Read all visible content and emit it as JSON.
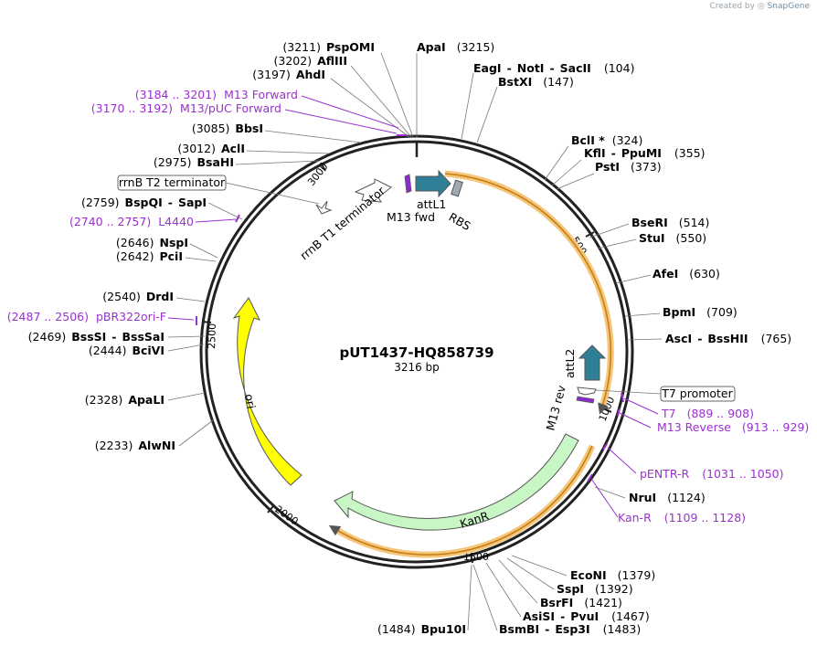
{
  "credit": {
    "prefix": "Created by",
    "brand": "SnapGene"
  },
  "plasmid": {
    "name": "pUT1437-HQ858739",
    "length_label": "3216 bp"
  },
  "ticks": [
    "500",
    "1000",
    "1500",
    "2000",
    "2500",
    "3000"
  ],
  "enzymes": [
    {
      "id": "pspomi",
      "pos": "(3211)",
      "names": [
        "PspOMI"
      ]
    },
    {
      "id": "apai",
      "pos": "(3215)",
      "names": [
        "ApaI"
      ]
    },
    {
      "id": "aflii",
      "pos": "(3202)",
      "names": [
        "AflIII"
      ]
    },
    {
      "id": "ahdi",
      "pos": "(3197)",
      "names": [
        "AhdI"
      ]
    },
    {
      "id": "eagi",
      "pos": "(104)",
      "names": [
        "EagI",
        "NotI",
        "SacII"
      ]
    },
    {
      "id": "bstxi",
      "pos": "(147)",
      "names": [
        "BstXI"
      ]
    },
    {
      "id": "bbsi",
      "pos": "(3085)",
      "names": [
        "BbsI"
      ]
    },
    {
      "id": "acli",
      "pos": "(3012)",
      "names": [
        "AclI"
      ]
    },
    {
      "id": "bsahi",
      "pos": "(2975)",
      "names": [
        "BsaHI"
      ]
    },
    {
      "id": "bcli",
      "pos": "(324)",
      "names": [
        "BclI *"
      ]
    },
    {
      "id": "kfli",
      "pos": "(355)",
      "names": [
        "KflI",
        "PpuMI"
      ]
    },
    {
      "id": "psti",
      "pos": "(373)",
      "names": [
        "PstI"
      ]
    },
    {
      "id": "bspqi",
      "pos": "(2759)",
      "names": [
        "BspQI",
        "SapI"
      ]
    },
    {
      "id": "beri",
      "pos": "(514)",
      "names": [
        "BseRI"
      ]
    },
    {
      "id": "stui",
      "pos": "(550)",
      "names": [
        "StuI"
      ]
    },
    {
      "id": "nspi",
      "pos": "(2646)",
      "names": [
        "NspI"
      ]
    },
    {
      "id": "pcii",
      "pos": "(2642)",
      "names": [
        "PciI"
      ]
    },
    {
      "id": "afei",
      "pos": "(630)",
      "names": [
        "AfeI"
      ]
    },
    {
      "id": "drdi",
      "pos": "(2540)",
      "names": [
        "DrdI"
      ]
    },
    {
      "id": "bpmi",
      "pos": "(709)",
      "names": [
        "BpmI"
      ]
    },
    {
      "id": "bsssi",
      "pos": "(2469)",
      "names": [
        "BssSI",
        "BssSaI"
      ]
    },
    {
      "id": "bcivi",
      "pos": "(2444)",
      "names": [
        "BciVI"
      ]
    },
    {
      "id": "asci",
      "pos": "(765)",
      "names": [
        "AscI",
        "BssHII"
      ]
    },
    {
      "id": "apali",
      "pos": "(2328)",
      "names": [
        "ApaLI"
      ]
    },
    {
      "id": "alwni",
      "pos": "(2233)",
      "names": [
        "AlwNI"
      ]
    },
    {
      "id": "nrui",
      "pos": "(1124)",
      "names": [
        "NruI"
      ]
    },
    {
      "id": "econi",
      "pos": "(1379)",
      "names": [
        "EcoNI"
      ]
    },
    {
      "id": "sspi",
      "pos": "(1392)",
      "names": [
        "SspI"
      ]
    },
    {
      "id": "bsrfi",
      "pos": "(1421)",
      "names": [
        "BsrFI"
      ]
    },
    {
      "id": "asisi",
      "pos": "(1467)",
      "names": [
        "AsiSI",
        "PvuI"
      ]
    },
    {
      "id": "bpu10i",
      "pos": "(1484)",
      "names": [
        "Bpu10I"
      ]
    },
    {
      "id": "bsmbi",
      "pos": "(1483)",
      "names": [
        "BsmBI",
        "Esp3I"
      ]
    }
  ],
  "primers": [
    {
      "id": "m13fwd",
      "range": "(3184 .. 3201)",
      "name": "M13 Forward"
    },
    {
      "id": "m13puc",
      "range": "(3170 .. 3192)",
      "name": "M13/pUC Forward"
    },
    {
      "id": "l4440",
      "range": "(2740 .. 2757)",
      "name": "L4440"
    },
    {
      "id": "pbr322",
      "range": "(2487 .. 2506)",
      "name": "pBR322ori-F"
    },
    {
      "id": "t7",
      "range": "(889 .. 908)",
      "name": "T7"
    },
    {
      "id": "m13rev",
      "range": "(913 .. 929)",
      "name": "M13 Reverse"
    },
    {
      "id": "pentr",
      "range": "(1031 .. 1050)",
      "name": "pENTR-R"
    },
    {
      "id": "kanr",
      "range": "(1109 .. 1128)",
      "name": "Kan-R"
    }
  ],
  "boxed_features": {
    "rrnb_t2": "rrnB T2 terminator",
    "t7_promoter": "T7 promoter"
  },
  "features": {
    "rrnb_t1": "rrnB T1 terminator",
    "m13_fwd": "M13 fwd",
    "attl1": "attL1",
    "rbs": "RBS",
    "attl2": "attL2",
    "m13_rev": "M13 rev",
    "kanr": "KanR",
    "ori": "ori"
  },
  "colors": {
    "backbone": "#222222",
    "primer": "#9b30d0",
    "ori": "#ffff00",
    "kanr": "#c8f7c5",
    "att": "#2f7f96",
    "rbs": "#a0a8b0",
    "orf_highlight": "#f5c67a",
    "terminator": "#ffffff"
  }
}
